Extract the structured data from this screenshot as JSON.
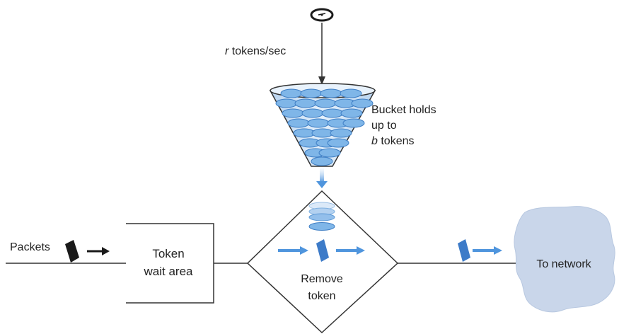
{
  "labels": {
    "rate": "r tokens/sec",
    "rate_var": "r",
    "rate_rest": " tokens/sec",
    "bucket_line1": "Bucket holds",
    "bucket_line2": "up to",
    "bucket_line3_var": "b",
    "bucket_line3_rest": " tokens",
    "packets": "Packets",
    "wait_line1": "Token",
    "wait_line2": "wait area",
    "remove_line1": "Remove",
    "remove_line2": "token",
    "network": "To network"
  },
  "colors": {
    "line": "#333333",
    "token_fill": "#7fb6e8",
    "token_stroke": "#3e7ec4",
    "bucket_fill": "#dbe9f8",
    "arrow_blue": "#4f95dd",
    "packet_blue": "#3d7bc8",
    "packet_black": "#1a1a1a",
    "cloud_fill": "#c9d6ea",
    "text": "#222222"
  },
  "icons": [
    "clock-icon",
    "packet-icon",
    "arrow-right-icon",
    "arrow-down-icon",
    "cloud-icon"
  ]
}
